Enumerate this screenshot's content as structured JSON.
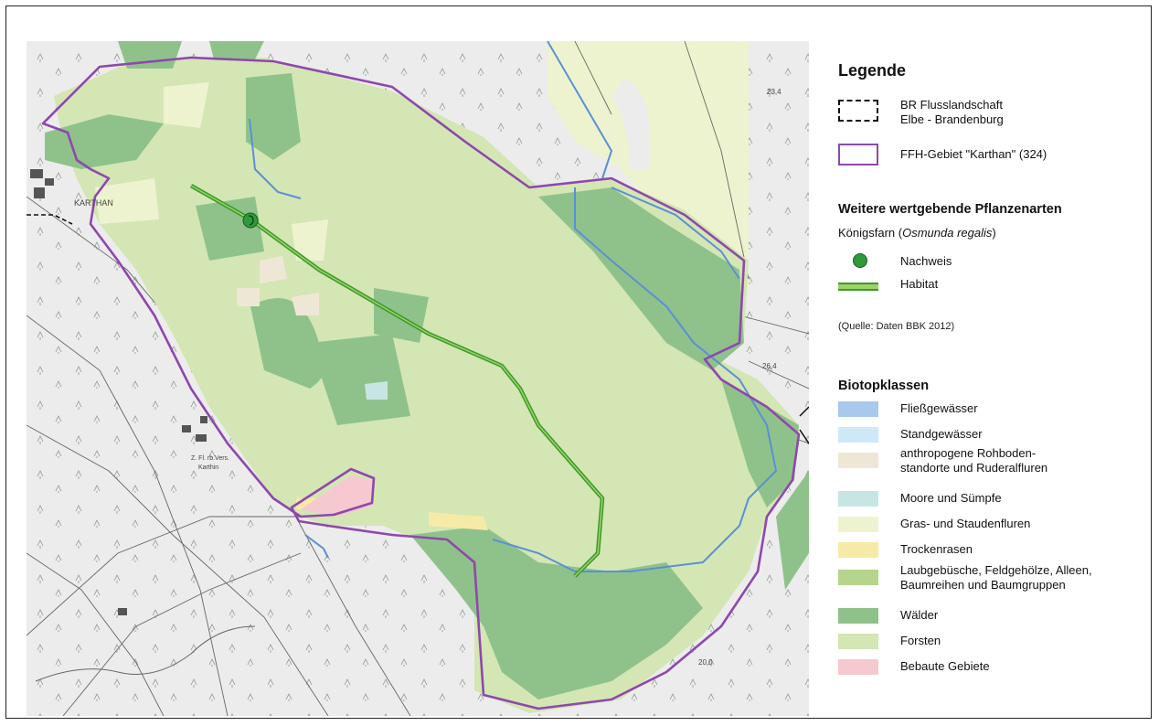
{
  "legend": {
    "title": "Legende",
    "boundaries": [
      {
        "line1": "BR Flusslandschaft",
        "line2": "Elbe - Brandenburg"
      },
      {
        "line1": "FFH-Gebiet \"Karthan\" (324)"
      }
    ],
    "plants_heading": "Weitere wertgebende Pflanzenarten",
    "species_common": "Königsfarn",
    "species_latin": "Osmunda regalis",
    "nachweis": "Nachweis",
    "habitat": "Habitat",
    "source": "(Quelle: Daten BBK 2012)",
    "biotop_heading": "Biotopklassen",
    "biotop_classes": [
      {
        "label": "Fließgewässer",
        "color": "#a8c8ec"
      },
      {
        "label": "Standgewässer",
        "color": "#cfe8f8"
      },
      {
        "label": "anthropogene Rohboden-",
        "label2": "standorte und Ruderalfluren",
        "color": "#efe7d6"
      },
      {
        "label": "Moore und Sümpfe",
        "color": "#c7e6e3"
      },
      {
        "label": "Gras- und Staudenfluren",
        "color": "#eef3cf"
      },
      {
        "label": "Trockenrasen",
        "color": "#f6eba6"
      },
      {
        "label": "Laubgebüsche, Feldgehölze, Alleen,",
        "label2": "Baumreihen und Baumgruppen",
        "color": "#b5d48c"
      },
      {
        "label": "Wälder",
        "color": "#8fc28a"
      },
      {
        "label": "Forsten",
        "color": "#d4e6b4"
      },
      {
        "label": "Bebaute Gebiete",
        "color": "#f5c9cf"
      }
    ]
  },
  "map": {
    "place_labels": [
      "KARTHAN",
      "Z. Fl. rb.Vers.\nKarthin"
    ],
    "elevation_labels": [
      "23,4",
      "26,4",
      "20,0"
    ],
    "colors": {
      "ffh_boundary": "#8e48ad",
      "river": "#5b8fd6",
      "habitat": "#3a9a2a",
      "forest_base": "#d4e6b4",
      "forest_dark": "#8fc28a"
    }
  }
}
